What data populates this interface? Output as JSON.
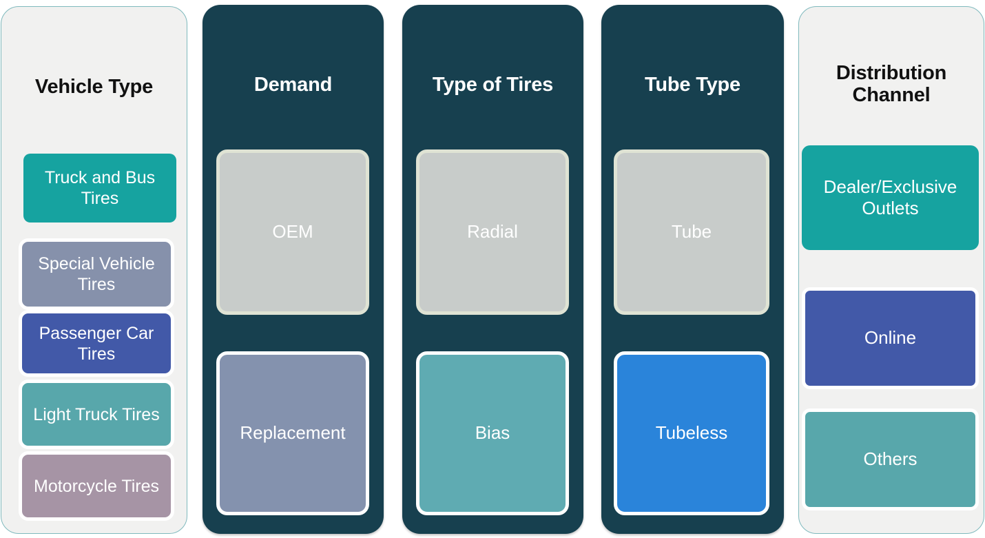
{
  "diagram": {
    "title_semantic": "tire-market-segmentation",
    "columns": [
      {
        "id": "vehicle-type",
        "title": "Vehicle Type",
        "style": "light",
        "items": [
          {
            "label": "Truck and Bus Tires",
            "color": "#16a3a0",
            "ring": "none"
          },
          {
            "label": "Special Vehicle Tires",
            "color": "#8691ab",
            "ring": "white"
          },
          {
            "label": "Passenger Car Tires",
            "color": "#4259a8",
            "ring": "white"
          },
          {
            "label": "Light Truck Tires",
            "color": "#58a7ab",
            "ring": "white"
          },
          {
            "label": "Motorcycle Tires",
            "color": "#a694a5",
            "ring": "white"
          }
        ]
      },
      {
        "id": "demand",
        "title": "Demand",
        "style": "dark",
        "items": [
          {
            "label": "OEM",
            "color": "#c8ccca",
            "ring": "sage"
          },
          {
            "label": "Replacement",
            "color": "#8492ae",
            "ring": "white"
          }
        ]
      },
      {
        "id": "type-of-tires",
        "title": "Type of Tires",
        "style": "dark",
        "items": [
          {
            "label": "Radial",
            "color": "#c8ccca",
            "ring": "sage"
          },
          {
            "label": "Bias",
            "color": "#5fabb2",
            "ring": "white"
          }
        ]
      },
      {
        "id": "tube-type",
        "title": "Tube Type",
        "style": "dark",
        "items": [
          {
            "label": "Tube",
            "color": "#c8ccca",
            "ring": "sage"
          },
          {
            "label": "Tubeless",
            "color": "#2a84da",
            "ring": "white"
          }
        ]
      },
      {
        "id": "distribution-channel",
        "title": "Distribution Channel",
        "style": "light",
        "items": [
          {
            "label": "Dealer/Exclusive Outlets",
            "color": "#16a3a0",
            "ring": "none"
          },
          {
            "label": "Online",
            "color": "#4259a8",
            "ring": "white"
          },
          {
            "label": "Others",
            "color": "#58a7ab",
            "ring": "white"
          }
        ]
      }
    ],
    "colors": {
      "panel_light_bg": "#f1f1f0",
      "panel_light_border": "#7fb9bd",
      "panel_dark_bg": "#17404f",
      "text_on_dark": "#ffffff",
      "text_on_light": "#111111",
      "ring_white": "#ffffff",
      "ring_sage": "#dfe3d4"
    }
  }
}
